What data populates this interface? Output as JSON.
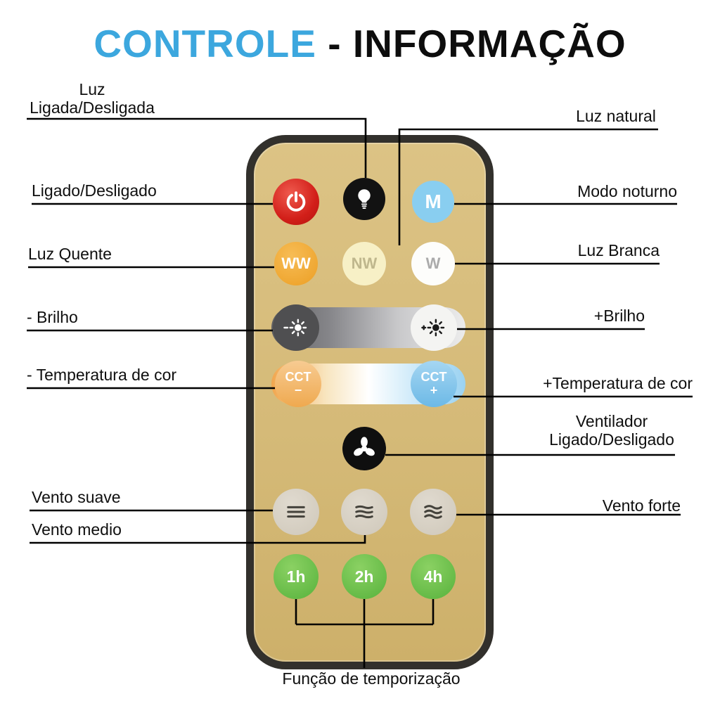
{
  "title": {
    "accent": "CONTROLE",
    "rest": " - INFORMAÇÃO"
  },
  "labels": {
    "light_onoff_1": "Luz",
    "light_onoff_2": "Ligada/Desligada",
    "natural_light": "Luz natural",
    "power": "Ligado/Desligado",
    "night_mode": "Modo noturno",
    "warm_light": "Luz Quente",
    "white_light": "Luz Branca",
    "brightness_minus": "- Brilho",
    "brightness_plus": "+Brilho",
    "color_temp_minus": "- Temperatura de cor",
    "color_temp_plus": "+Temperatura de cor",
    "fan_1": "Ventilador",
    "fan_2": "Ligado/Desligado",
    "wind_soft": "Vento suave",
    "wind_medium": "Vento medio",
    "wind_strong": "Vento forte",
    "timer": "Função de temporização"
  },
  "remote_buttons": {
    "night_mode": "M",
    "warm_white": "WW",
    "natural_white": "NW",
    "white": "W",
    "cct_minus_top": "CCT",
    "cct_minus_sign": "−",
    "cct_plus_top": "CCT",
    "cct_plus_sign": "+",
    "timer_1h": "1h",
    "timer_2h": "2h",
    "timer_4h": "4h"
  },
  "icons": {
    "power": "power-icon",
    "light": "bulb-icon",
    "brightness_down": "sun-dim-icon",
    "brightness_up": "sun-bright-icon",
    "fan": "fan-icon",
    "wind_soft": "wind-soft-icon",
    "wind_medium": "wind-medium-icon",
    "wind_strong": "wind-strong-icon"
  },
  "colors": {
    "title_accent": "#3CA7DE",
    "title_dark": "#0D0D0D",
    "remote_body": "#D5BA78",
    "remote_frame": "#32302C",
    "power_red": "#D21F19",
    "night_blue": "#89CEF0",
    "warm_orange": "#EC9F24",
    "natural_cream": "#F7F0C6",
    "white_button": "#FDFDFB",
    "cct_warm": "#EFA94F",
    "cct_cool": "#6CB9E6",
    "wind_gray": "#D6D0C4",
    "timer_green": "#64BE4B"
  }
}
